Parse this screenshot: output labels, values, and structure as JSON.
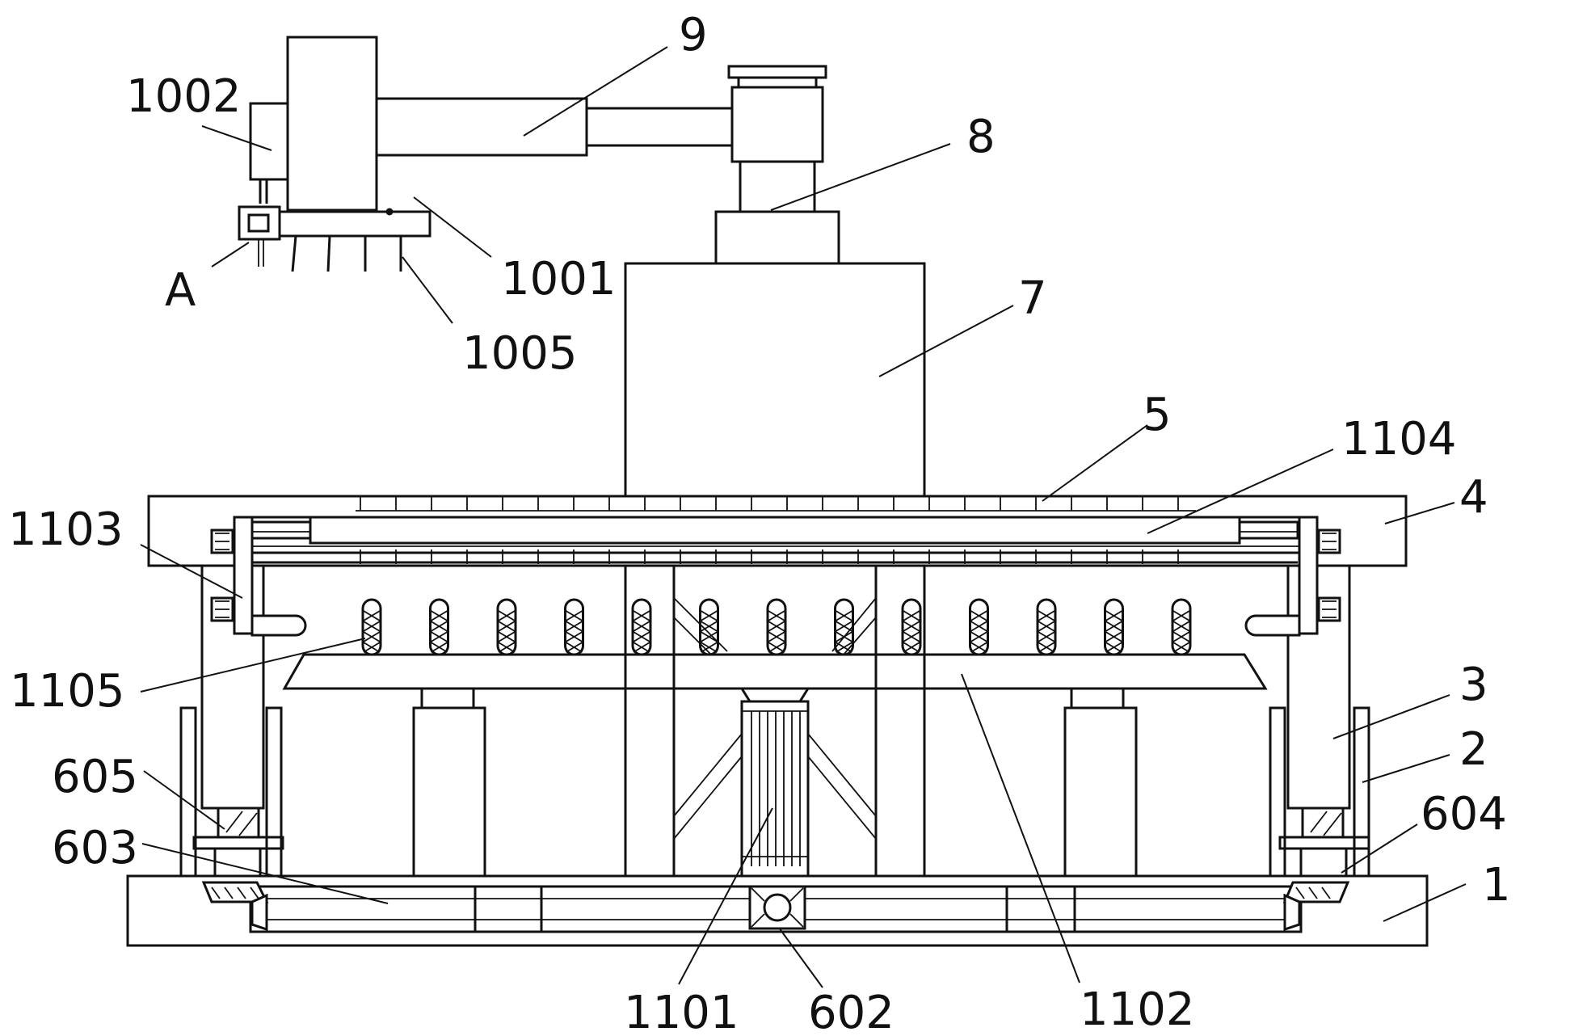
{
  "labels": {
    "l1": "1",
    "l2": "2",
    "l3": "3",
    "l4": "4",
    "l5": "5",
    "l7": "7",
    "l8": "8",
    "l9": "9",
    "l602": "602",
    "l603": "603",
    "l604": "604",
    "l605": "605",
    "l1001": "1001",
    "l1002": "1002",
    "l1005": "1005",
    "l1101": "1101",
    "l1102": "1102",
    "l1103": "1103",
    "l1104": "1104",
    "l1105": "1105",
    "lA": "A"
  },
  "colors": {
    "line": "#111111",
    "background": "#ffffff"
  }
}
